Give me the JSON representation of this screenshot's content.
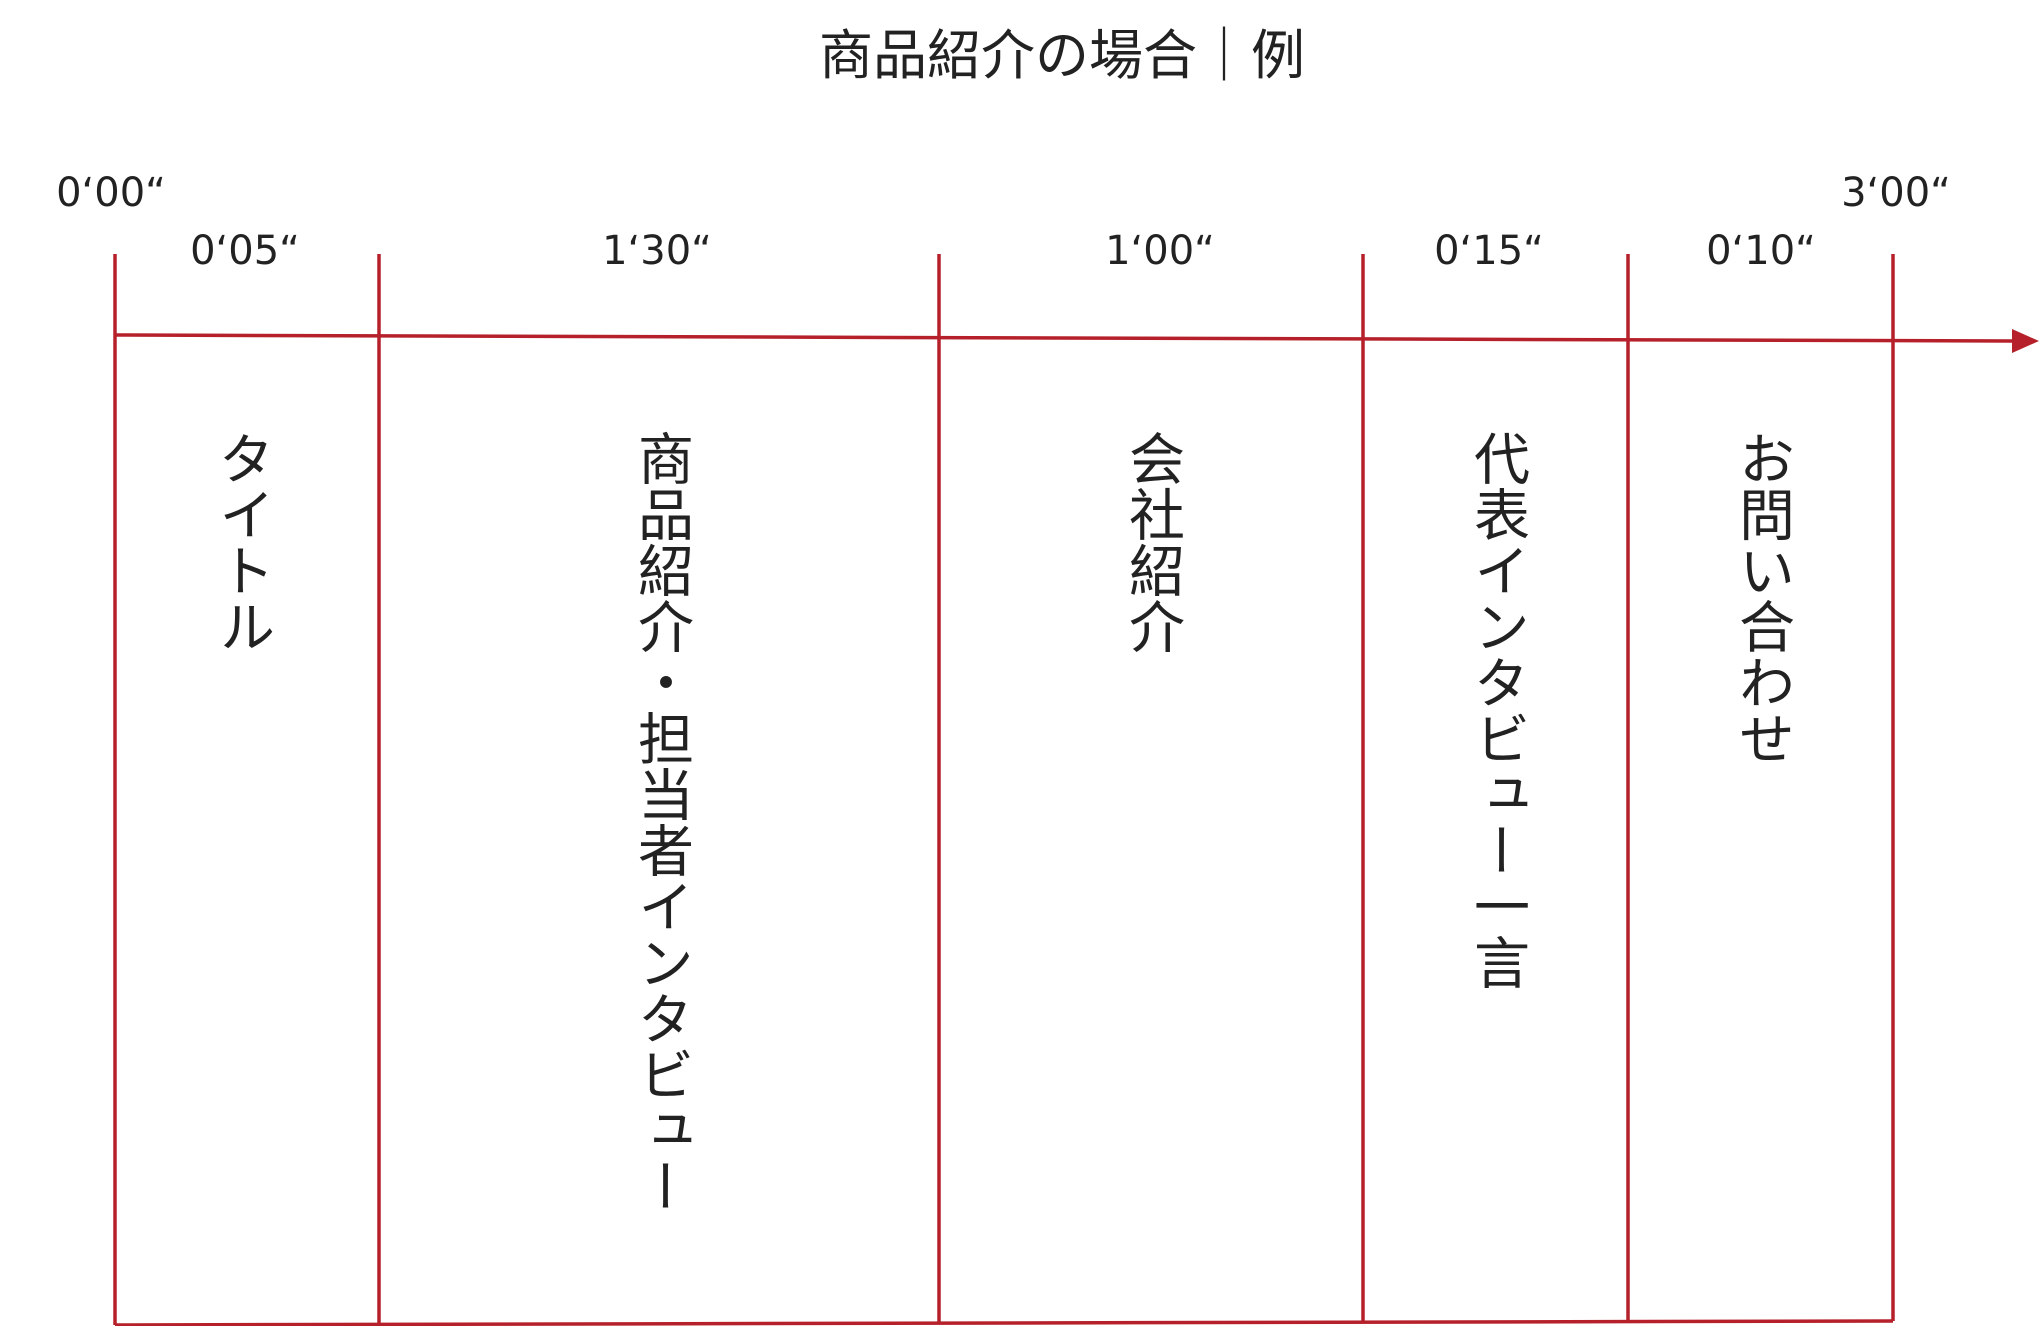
{
  "title": "商品紹介の場合｜例",
  "timeline": {
    "start_label": "0‘00“",
    "end_label": "3‘00“",
    "segments": [
      {
        "duration": "0‘05“",
        "label": "タイトル"
      },
      {
        "duration": "1‘30“",
        "label": "商品紹介・担当者インタビュー"
      },
      {
        "duration": "1‘00“",
        "label": "会社紹介"
      },
      {
        "duration": "0‘15“",
        "label": "代表インタビュー一言"
      },
      {
        "duration": "0‘10“",
        "label": "お問い合わせ"
      }
    ]
  },
  "colors": {
    "line": "#b5202a",
    "text": "#222222",
    "background": "#ffffff"
  }
}
